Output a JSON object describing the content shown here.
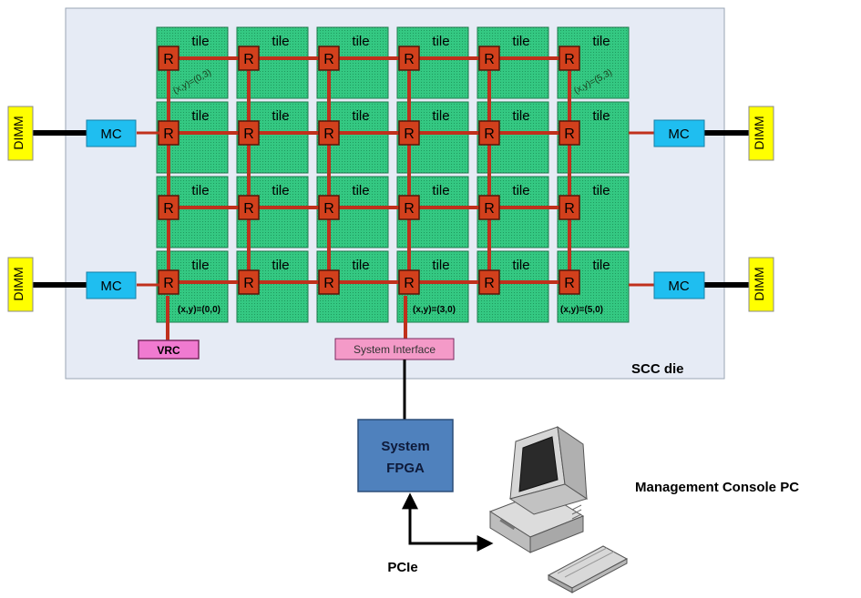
{
  "die": {
    "label": "SCC die"
  },
  "tile_label": "tile",
  "router_label": "R",
  "grid": {
    "cols": 6,
    "rows": 4
  },
  "coords": {
    "c03": "(x,y)=(0,3)",
    "c53": "(x,y)=(5,3)",
    "c00": "(x,y)=(0,0)",
    "c30": "(x,y)=(3,0)",
    "c50": "(x,y)=(5,0)"
  },
  "memory": {
    "mc_label": "MC",
    "dimm_label": "DIMM"
  },
  "vrc": "VRC",
  "system_interface": "System Interface",
  "fpga": {
    "line1": "System",
    "line2": "FPGA"
  },
  "pcie": "PCIe",
  "console": "Management Console PC",
  "colors": {
    "die_fill": "#e6ebf5",
    "tile_fill": "#34c882",
    "router_fill": "#d2401c",
    "link": "#c0301c",
    "mc_fill": "#1fbef0",
    "dimm_fill": "#ffff00",
    "vrc_fill": "#f07ad0",
    "si_fill": "#f49ac8",
    "fpga_fill": "#4f81bd"
  }
}
